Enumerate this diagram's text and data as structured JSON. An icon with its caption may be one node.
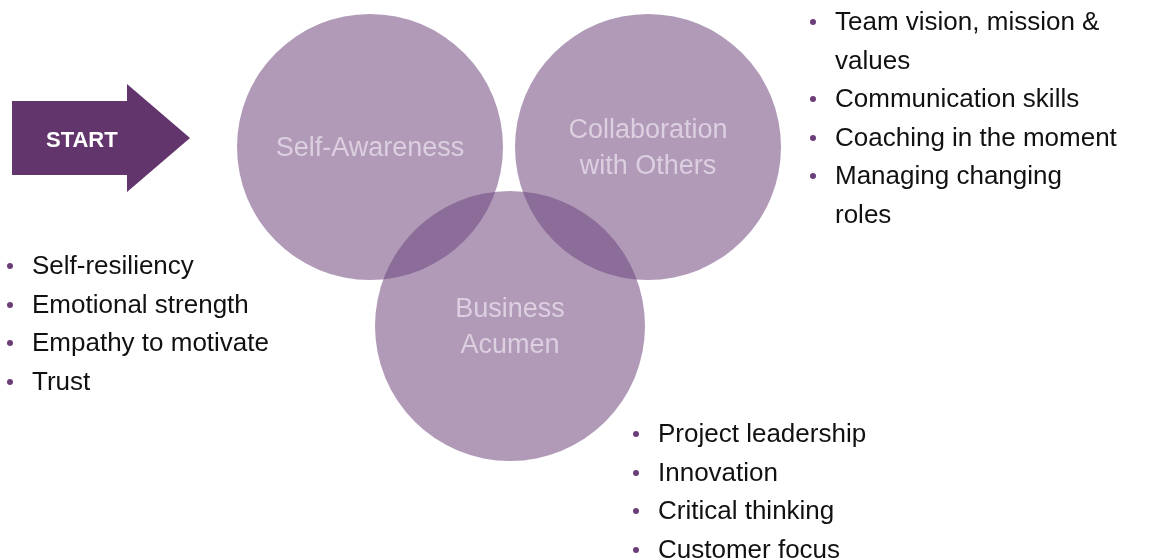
{
  "diagram": {
    "nodes": [
      {
        "text": [
          "START"
        ]
      },
      {
        "text": [
          "Self-Awareness"
        ],
        "beside": [
          "Self-resiliency",
          "Emotional strength",
          "Empathy to motivate",
          "Trust"
        ]
      },
      {
        "text": [
          "Collaboration with Others"
        ],
        "beside": [
          "Team vision, mission & values",
          "Communication skills",
          "Coaching in the moment",
          "Managing changing roles"
        ]
      },
      {
        "text": [
          "Business Acumen"
        ],
        "beside": [
          "Project leadership",
          "Innovation",
          "Critical thinking",
          "Customer focus"
        ]
      }
    ],
    "edges": []
  }
}
